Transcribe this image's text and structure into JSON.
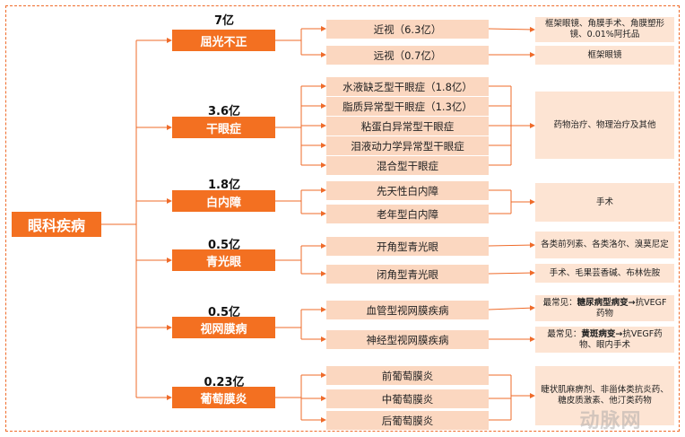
{
  "root": {
    "label": "眼科疾病"
  },
  "categories": [
    {
      "name": "屈光不正",
      "count": "7亿",
      "subs": [
        "近视（6.3亿）",
        "远视（0.7亿）"
      ],
      "treatments": [
        "框架眼镜、角膜手术、角膜塑形镜、0.01%阿托品",
        "框架眼镜"
      ]
    },
    {
      "name": "干眼症",
      "count": "3.6亿",
      "subs": [
        "水液缺乏型干眼症（1.8亿）",
        "脂质异常型干眼症（1.3亿）",
        "粘蛋白异常型干眼症",
        "泪液动力学异常型干眼症",
        "混合型干眼症"
      ],
      "treatments": [
        "药物治疗、物理治疗及其他"
      ]
    },
    {
      "name": "白内障",
      "count": "1.8亿",
      "subs": [
        "先天性白内障",
        "老年型白内障"
      ],
      "treatments": [
        "手术"
      ]
    },
    {
      "name": "青光眼",
      "count": "0.5亿",
      "subs": [
        "开角型青光眼",
        "闭角型青光眼"
      ],
      "treatments": [
        "各类前列素、各类洛尔、溴莫尼定",
        "手术、毛果芸香碱、布林佐胺"
      ]
    },
    {
      "name": "视网膜病",
      "count": "0.5亿",
      "subs": [
        "血管型视网膜疾病",
        "神经型视网膜疾病"
      ],
      "treatments": [
        {
          "prefix": "最常见：",
          "bold": "糖尿病型病变",
          "arrow": "→",
          "suffix": "抗VEGF药物"
        },
        {
          "prefix": "最常见：",
          "bold": "黄斑病变",
          "arrow": "→",
          "suffix": "抗VEGF药物、眼内手术"
        }
      ]
    },
    {
      "name": "葡萄膜炎",
      "count": "0.23亿",
      "subs": [
        "前葡萄膜炎",
        "中葡萄膜炎",
        "后葡萄膜炎"
      ],
      "treatments": [
        "睫状肌麻痹剂、非甾体类抗炎药、糖皮质激素、他汀类药物"
      ]
    }
  ],
  "watermark": "动脉网",
  "colors": {
    "primary": "#f37021",
    "sub_bg": "#fbd7c0",
    "treat_bg": "#fde4d3",
    "line": "#ef6b2a"
  }
}
